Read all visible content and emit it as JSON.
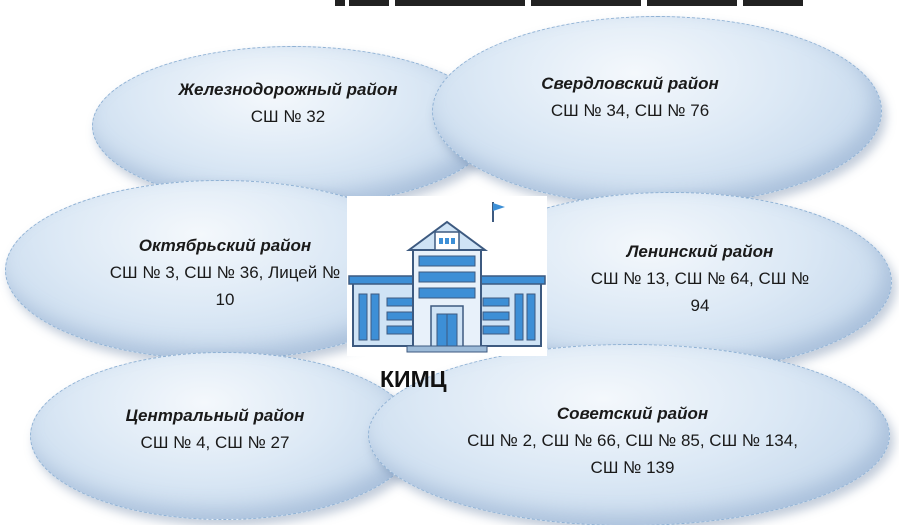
{
  "center": {
    "label": "КИМЦ"
  },
  "districts": [
    {
      "name": "Железнодорожный район",
      "schools": "СШ № 32"
    },
    {
      "name": "Свердловский район",
      "schools": "СШ № 34, СШ № 76"
    },
    {
      "name": "Октябрьский район",
      "schools": "СШ № 3, СШ № 36, Лицей № 10"
    },
    {
      "name": "Ленинский район",
      "schools": "СШ № 13, СШ № 64, СШ № 94"
    },
    {
      "name": "Центральный район",
      "schools": "СШ № 4, СШ № 27"
    },
    {
      "name": "Советский район",
      "schools": "СШ № 2, СШ № 66, СШ № 85, СШ № 134, СШ № 139"
    }
  ],
  "colors": {
    "ellipse_fill": "#dbe8f5",
    "ellipse_border": "#8fb1d4",
    "building_blue": "#3d8fd6",
    "building_light": "#cfe3f5"
  }
}
